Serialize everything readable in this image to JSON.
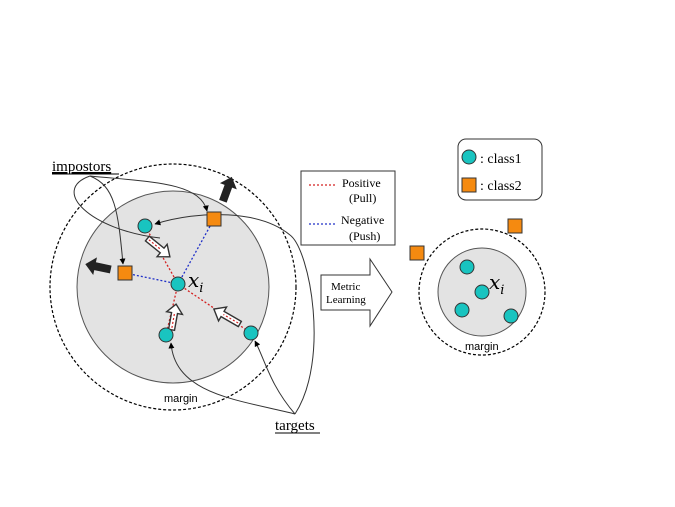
{
  "labels": {
    "impostors": "impostors",
    "targets": "targets",
    "margin_left": "margin",
    "margin_right": "margin",
    "xi_main": "x",
    "xi_sub": "i",
    "xi_right_main": "x",
    "xi_right_sub": "i"
  },
  "legend": {
    "positive": "Positive",
    "positive_sub": "(Pull)",
    "negative": "Negative",
    "negative_sub": "(Push)"
  },
  "class_legend": {
    "class1": ": class1",
    "class2": ": class2"
  },
  "arrow": {
    "line1": "Metric",
    "line2": "Learning"
  },
  "colors": {
    "class1_fill": "#19c4c0",
    "class2_fill": "#f58a10",
    "region_fill": "#e3e3e3",
    "positive_line": "#d42020",
    "negative_line": "#2030c8"
  }
}
